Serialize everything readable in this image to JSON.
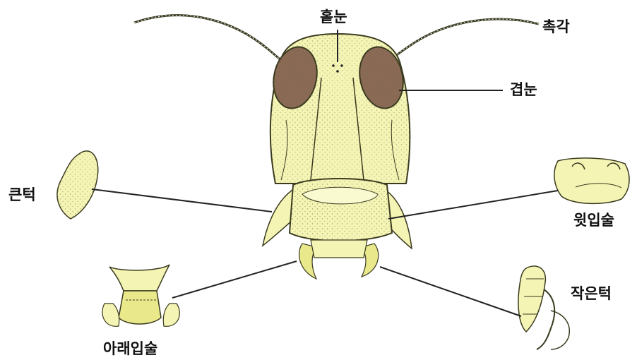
{
  "labels": {
    "ocelli": "홑눈",
    "antenna": "촉각",
    "compound_eye": "겹눈",
    "mandible": "큰턱",
    "labrum": "윗입술",
    "maxilla": "작은턱",
    "labium": "아래입술"
  },
  "colors": {
    "part_fill": "#f4f4b4",
    "part_fill_dark": "#e9e98c",
    "eye_fill": "#8b6a55",
    "outline": "#3a3a20",
    "leader_line": "#222222",
    "label_text": "#111111"
  }
}
